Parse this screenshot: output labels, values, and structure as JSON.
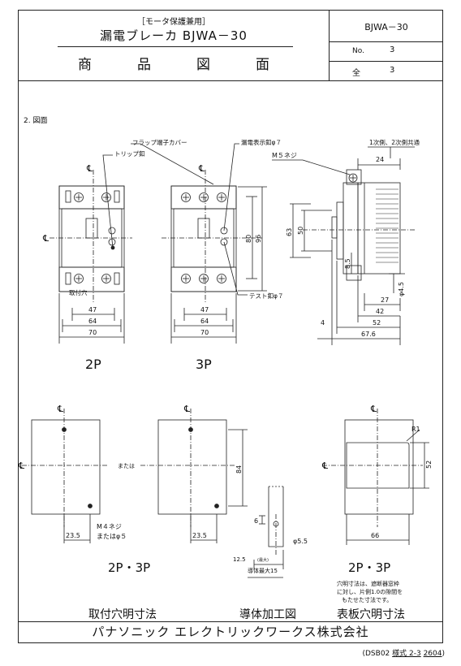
{
  "header": {
    "subtitle": "［モータ保護兼用］",
    "title": "漏電ブレーカ BJWA－30",
    "sheet_type_chars": [
      "商",
      "品",
      "図",
      "面"
    ],
    "model": "BJWA－30",
    "no_label": "No.",
    "no_value": "3",
    "total_label": "全",
    "total_value": "3"
  },
  "section": {
    "heading": "2. 図面"
  },
  "callouts": {
    "flap_cover": "フラップ端子カバー",
    "trip_button": "トリップ釦",
    "leak_indicator": "漏電表示釦φ７",
    "secondary_common": "1次側、2次側共通",
    "m5_screw": "M５ネジ",
    "test_button": "テスト釦φ７",
    "mount_hole": "取付穴",
    "m4_screw": "M４ネジ",
    "or_phi5": "またはφ５",
    "or_label": "または",
    "conductor_max": "導体最大15",
    "max_mark": "(最大)"
  },
  "centerline_symbol": "℄",
  "labels": {
    "p2": "2P",
    "p3": "3P",
    "p23_a": "2P・3P",
    "p23_b": "2P・3P",
    "cap_mount": "取付穴明寸法",
    "cap_conductor": "導体加工図",
    "cap_panel": "表板穴明寸法"
  },
  "note": {
    "line1": "穴明寸法は、遮断器窓枠",
    "line2": "に対し、片側1.0の隙間を",
    "line3": "もたせた寸法です。"
  },
  "dims": {
    "d47": "47",
    "d64": "64",
    "d70": "70",
    "d80": "80",
    "d96": "96",
    "d63": "63",
    "d50": "50",
    "d24": "24",
    "d8_5": "8.5",
    "phi4_5": "φ4.5",
    "d27": "27",
    "d42": "42",
    "d52": "52",
    "d4": "4",
    "d67_6": "67.6",
    "d84": "84",
    "d23_5": "23.5",
    "d6": "6",
    "d12_5": "12.5",
    "phi5_5": "φ5.5",
    "r1": "R1",
    "d66": "66",
    "d52b": "52"
  },
  "footer": {
    "company": "パナソニック エレクトリックワークス株式会社"
  },
  "reference": {
    "prefix": "(DSB02 ",
    "form": "様式 2-3",
    "num": "2604",
    "suffix": ")"
  }
}
